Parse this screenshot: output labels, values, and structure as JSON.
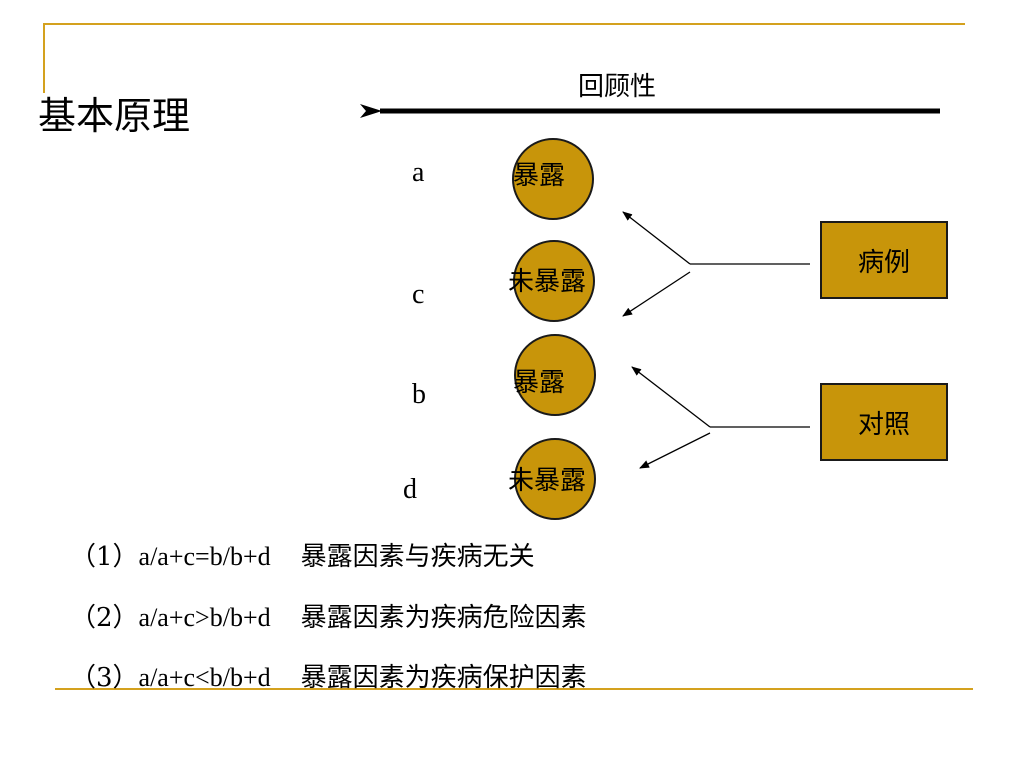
{
  "title": "基本原理",
  "retrospective_label": "回顾性",
  "groups": [
    {
      "letter": "a",
      "circle_label": "暴露"
    },
    {
      "letter": "c",
      "circle_label": "未暴露"
    },
    {
      "letter": "b",
      "circle_label": "暴露"
    },
    {
      "letter": "d",
      "circle_label": "未暴露"
    }
  ],
  "boxes": {
    "case": "病例",
    "control": "对照"
  },
  "rules": [
    {
      "num": "（1）",
      "formula": "a/a+c=b/b+d",
      "text": "暴露因素与疾病无关"
    },
    {
      "num": "（2）",
      "formula": "a/a+c>b/b+d",
      "text": "暴露因素为疾病危险因素"
    },
    {
      "num": "（3）",
      "formula": "a/a+c<b/b+d",
      "text": "暴露因素为疾病保护因素"
    }
  ],
  "colors": {
    "accent_line": "#d4a11e",
    "fill": "#c8950a",
    "stroke": "#1a1a1a"
  }
}
